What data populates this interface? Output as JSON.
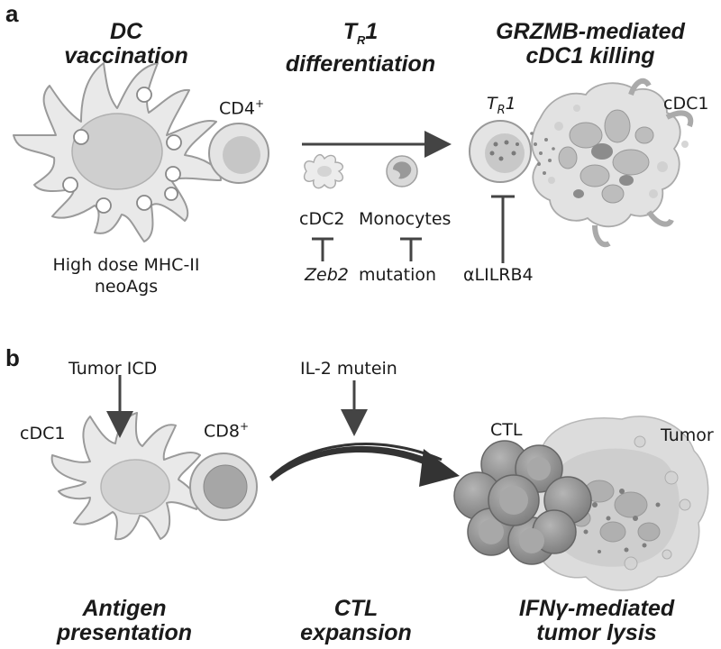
{
  "panel_a": {
    "letter": "a",
    "heading_left": [
      "DC",
      "vaccination"
    ],
    "heading_mid": [
      "1",
      "differentiation"
    ],
    "heading_mid_prefix": "T",
    "heading_mid_sub": "R",
    "heading_right": [
      "GRZMB-mediated",
      "cDC1 killing"
    ],
    "cd4_label": "CD4",
    "cd4_sup": "+",
    "dose_label": [
      "High dose MHC-II",
      "neoAgs"
    ],
    "cdc2_label": "cDC2",
    "monocytes_label": "Monocytes",
    "zeb2_label": "Zeb2",
    "mutation_label": "mutation",
    "tr1_prefix": "T",
    "tr1_sub": "R",
    "tr1_suffix": "1",
    "cdc1_label": "cDC1",
    "antibody_label": "αLILRB4"
  },
  "panel_b": {
    "letter": "b",
    "tumor_icd_label": "Tumor ICD",
    "il2_label": "IL-2 mutein",
    "cdc1_label": "cDC1",
    "cd8_label": "CD8",
    "cd8_sup": "+",
    "ctl_label": "CTL",
    "tumor_label": "Tumor",
    "footer_left": [
      "Antigen",
      "presentation"
    ],
    "footer_mid": [
      "CTL",
      "expansion"
    ],
    "footer_right": [
      "IFNγ-mediated",
      "tumor lysis"
    ]
  },
  "colors": {
    "cell_fill": "#e6e6e6",
    "cell_outline": "#9a9a9a",
    "nucleus": "#c9c9c9",
    "arrow": "#444444",
    "dark_cell": "#8a8a8a"
  }
}
